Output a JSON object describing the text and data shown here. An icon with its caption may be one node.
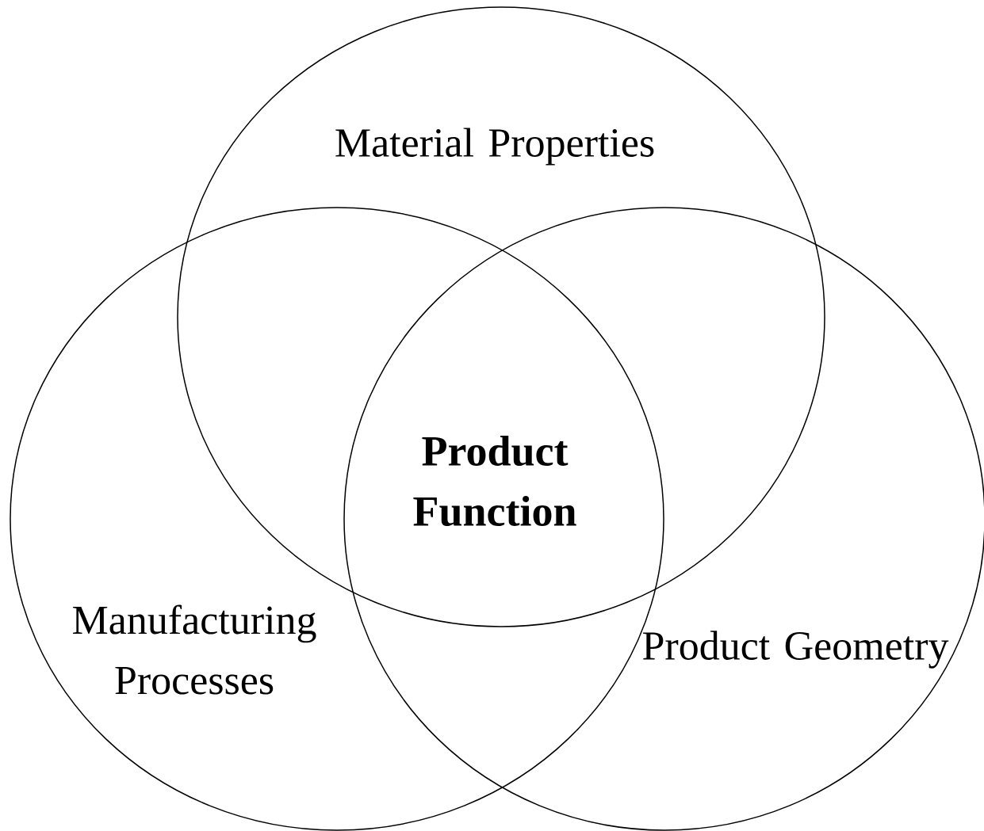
{
  "diagram": {
    "nodes": [
      {
        "text": [
          "Material Properties"
        ]
      },
      {
        "text": [
          "Manufacturing Processes"
        ]
      },
      {
        "text": [
          "Product Geometry"
        ]
      }
    ],
    "labels": [
      "Product Function"
    ]
  }
}
